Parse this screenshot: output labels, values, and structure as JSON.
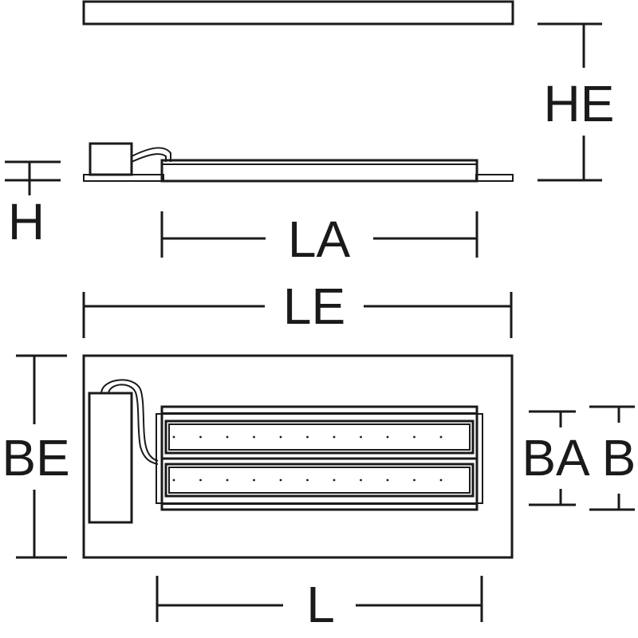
{
  "labels": {
    "he": "HE",
    "h": "H",
    "la": "LA",
    "le": "LE",
    "be": "BE",
    "ba": "BA",
    "b": "B",
    "l": "L"
  },
  "colors": {
    "line": "#1a1a1a",
    "background": "#ffffff"
  }
}
